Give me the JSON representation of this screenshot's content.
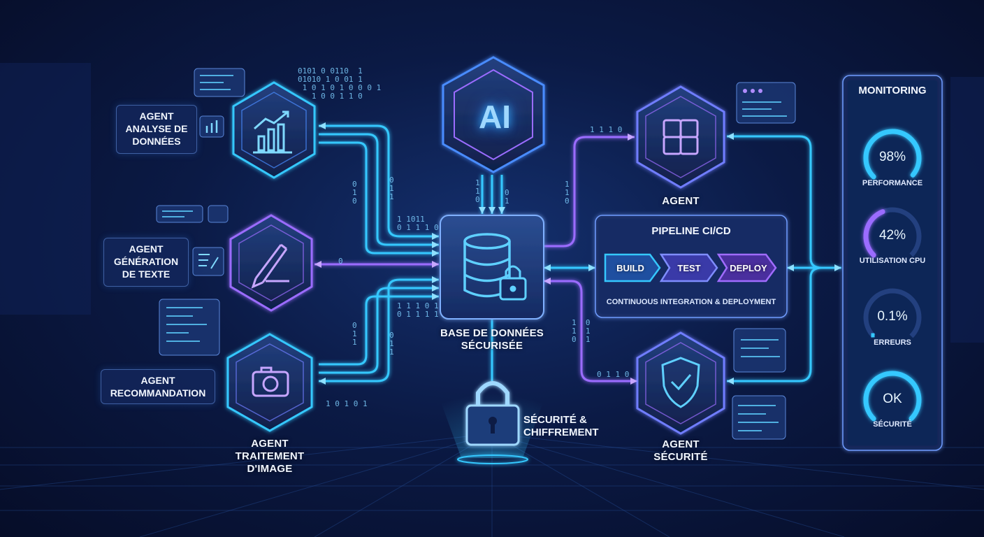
{
  "center": {
    "ai_text": "AI",
    "db_label_line1": "BASE DE DONNÉES",
    "db_label_line2": "SÉCURISÉE",
    "security_line1": "SÉCURITÉ &",
    "security_line2": "CHIFFREMENT"
  },
  "agents_left": [
    {
      "lines": [
        "AGENT",
        "ANALYSE DE",
        "DONNÉES"
      ],
      "icon": "chart-icon"
    },
    {
      "lines": [
        "AGENT",
        "GÉNÉRATION",
        "DE TEXTE"
      ],
      "icon": "pen-icon"
    },
    {
      "lines": [
        "AGENT",
        "RECOMMANDATION"
      ],
      "icon": "camera-icon"
    }
  ],
  "image_agent": [
    "AGENT",
    "TRAITEMENT",
    "D'IMAGE"
  ],
  "agents_right": {
    "puzzle_agent": "AGENT",
    "security_agent": [
      "AGENT",
      "SÉCURITÉ"
    ]
  },
  "pipeline": {
    "title": "PIPELINE CI/CD",
    "steps": [
      "BUILD",
      "TEST",
      "DEPLOY"
    ],
    "subtitle": "CONTINUOUS INTEGRATION & DEPLOYMENT"
  },
  "monitoring": {
    "title": "MONITORING",
    "gauges": [
      {
        "value": "98%",
        "label": "PERFORMANCE",
        "fill": 0.98,
        "color": "#35c8ff"
      },
      {
        "value": "42%",
        "label": "UTILISATION CPU",
        "fill": 0.42,
        "color": "#9b6cff"
      },
      {
        "value": "0.1%",
        "label": "ERREURS",
        "fill": 0.001,
        "color": "#35c8ff"
      },
      {
        "value": "OK",
        "label": "SÉCURITÉ",
        "fill": 1.0,
        "color": "#35c8ff"
      }
    ]
  },
  "binary": {
    "top_left": "0101 0 0110  1\n01010 1 0 01 1\n 1 0 1 0 1 0 0 0 1\n   1 0 0 1 1 0",
    "left_col1": "0\n1\n0",
    "left_col2": "0\n1\n1",
    "mid_top": "1 1011\n0 1 1 1 0",
    "mid_line": "0",
    "mid_low": "1 1 1 0 1\n0 1 1 1 1",
    "left_low1": "0\n1\n1",
    "left_low2": "0\n1\n1",
    "bottom": "1 0 1 0 1",
    "ai_col1": "1\n1\n0",
    "ai_col2": "0\n1",
    "right_top": "1 1 1 0",
    "right_col": "1\n1\n0",
    "right_mid": "1  0\n1  1\n0  1",
    "right_bottom": "0 1 1 0"
  },
  "colors": {
    "cyan": "#35c8ff",
    "purple": "#9b6cff",
    "background": "#0b1a45"
  }
}
